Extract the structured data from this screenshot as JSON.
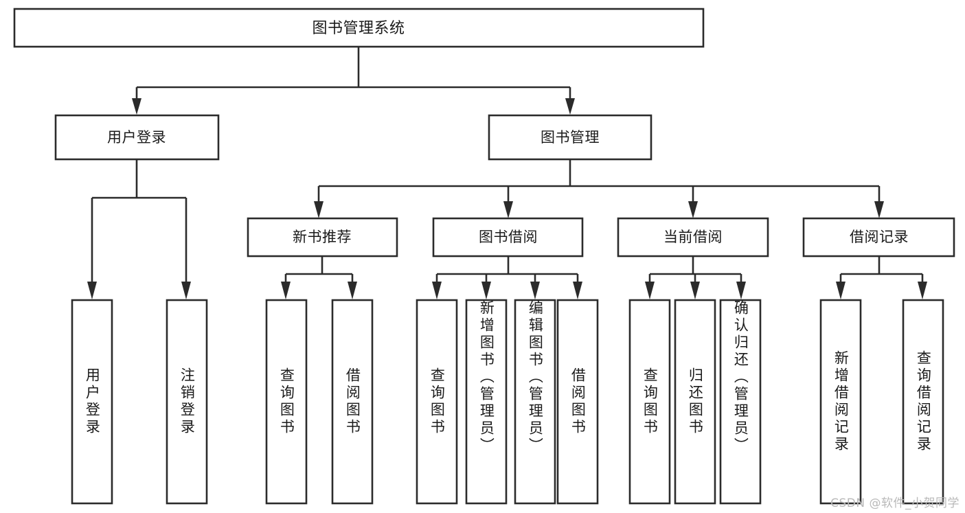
{
  "diagram": {
    "type": "tree-hierarchy",
    "title": "图书管理系统",
    "watermark": "CSDN @软件_小贺同学",
    "colors": {
      "stroke": "#2b2b2b",
      "fill": "#ffffff",
      "text": "#1a1a1a",
      "watermark": "#b9b9b9",
      "background": "#ffffff"
    },
    "levels": {
      "root": {
        "label": "图书管理系统"
      },
      "level2": [
        {
          "label": "用户登录"
        },
        {
          "label": "图书管理"
        }
      ],
      "level3": [
        {
          "label": "新书推荐"
        },
        {
          "label": "图书借阅"
        },
        {
          "label": "当前借阅"
        },
        {
          "label": "借阅记录"
        }
      ],
      "leaves": [
        {
          "label": "用户登录",
          "parent": "用户登录"
        },
        {
          "label": "注销登录",
          "parent": "用户登录"
        },
        {
          "label": "查询图书",
          "parent": "新书推荐"
        },
        {
          "label": "借阅图书",
          "parent": "新书推荐"
        },
        {
          "label": "查询图书",
          "parent": "图书借阅"
        },
        {
          "label": "新增图书（管理员）",
          "parent": "图书借阅"
        },
        {
          "label": "编辑图书（管理员）",
          "parent": "图书借阅"
        },
        {
          "label": "借阅图书",
          "parent": "图书借阅"
        },
        {
          "label": "查询图书",
          "parent": "当前借阅"
        },
        {
          "label": "归还图书",
          "parent": "当前借阅"
        },
        {
          "label": "确认归还（管理员）",
          "parent": "当前借阅"
        },
        {
          "label": "新增借阅记录",
          "parent": "借阅记录"
        },
        {
          "label": "查询借阅记录",
          "parent": "借阅记录"
        }
      ]
    }
  }
}
